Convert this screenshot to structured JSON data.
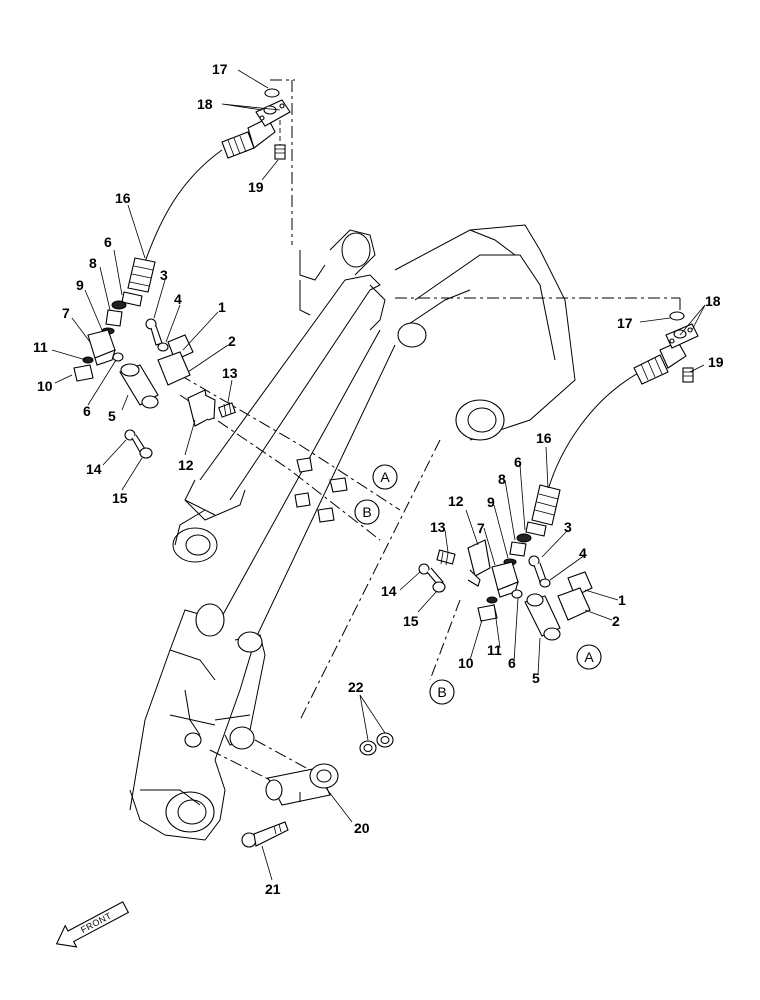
{
  "callouts": {
    "n1": "1",
    "n2": "2",
    "n3": "3",
    "n4": "4",
    "n5": "5",
    "n6": "6",
    "n7": "7",
    "n8": "8",
    "n9": "9",
    "n10": "10",
    "n11": "11",
    "n12": "12",
    "n13": "13",
    "n14": "14",
    "n15": "15",
    "n16": "16",
    "n17": "17",
    "n18": "18",
    "n19": "19",
    "n20": "20",
    "n21": "21",
    "n22": "22"
  },
  "refs": {
    "a": "A",
    "b": "B"
  },
  "direction": {
    "label": "FRONT",
    "icon": "front-arrow-icon"
  },
  "colors": {
    "line": "#000000",
    "background": "#ffffff"
  }
}
